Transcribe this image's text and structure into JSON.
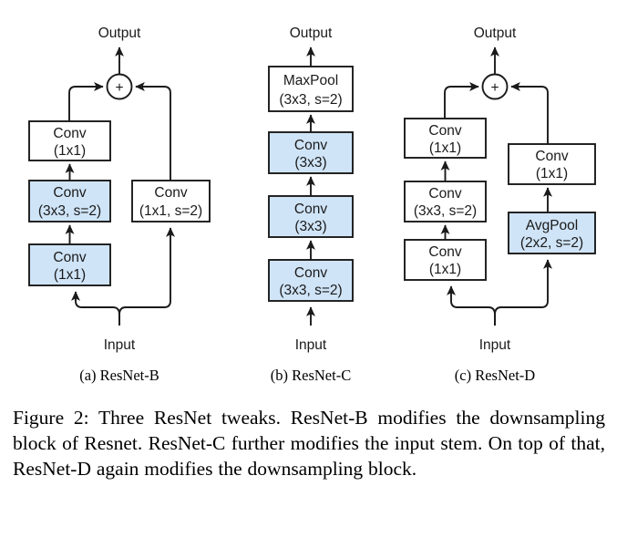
{
  "figure": {
    "title": "Figure 2",
    "caption": "Figure 2:  Three ResNet tweaks.  ResNet-B modifies the downsampling block of Resnet. ResNet-C further modifies the input stem. On top of that, ResNet-D again modifies the downsampling block.",
    "colors": {
      "highlight_fill": "#cfe4f7",
      "box_fill": "#ffffff",
      "stroke": "#1a1a1a",
      "text": "#1a1a1a"
    },
    "subcaptions": [
      {
        "id": "a",
        "label": "(a) ResNet-B"
      },
      {
        "id": "b",
        "label": "(b) ResNet-C"
      },
      {
        "id": "c",
        "label": "(c) ResNet-D"
      }
    ],
    "common_labels": {
      "input": "Input",
      "output": "Output",
      "add": "+"
    },
    "diagrams": [
      {
        "id": "resnet-b",
        "name": "ResNet-B",
        "input": "Input",
        "output": "Output",
        "merge": "+",
        "main_path": [
          {
            "line1": "Conv",
            "line2": "(1x1)",
            "highlight": true
          },
          {
            "line1": "Conv",
            "line2": "(3x3, s=2)",
            "highlight": true
          },
          {
            "line1": "Conv",
            "line2": "(1x1)",
            "highlight": false
          }
        ],
        "shortcut_path": [
          {
            "line1": "Conv",
            "line2": "(1x1, s=2)",
            "highlight": false
          }
        ]
      },
      {
        "id": "resnet-c",
        "name": "ResNet-C",
        "input": "Input",
        "output": "Output",
        "merge": null,
        "main_path": [
          {
            "line1": "MaxPool",
            "line2": "(3x3, s=2)",
            "highlight": false
          },
          {
            "line1": "Conv",
            "line2": "(3x3)",
            "highlight": true
          },
          {
            "line1": "Conv",
            "line2": "(3x3)",
            "highlight": true
          },
          {
            "line1": "Conv",
            "line2": "(3x3, s=2)",
            "highlight": true
          }
        ],
        "shortcut_path": []
      },
      {
        "id": "resnet-d",
        "name": "ResNet-D",
        "input": "Input",
        "output": "Output",
        "merge": "+",
        "main_path": [
          {
            "line1": "Conv",
            "line2": "(1x1)",
            "highlight": false
          },
          {
            "line1": "Conv",
            "line2": "(3x3, s=2)",
            "highlight": false
          },
          {
            "line1": "Conv",
            "line2": "(1x1)",
            "highlight": false
          }
        ],
        "shortcut_path": [
          {
            "line1": "Conv",
            "line2": "(1x1)",
            "highlight": false
          },
          {
            "line1": "AvgPool",
            "line2": "(2x2, s=2)",
            "highlight": true
          }
        ]
      }
    ]
  }
}
